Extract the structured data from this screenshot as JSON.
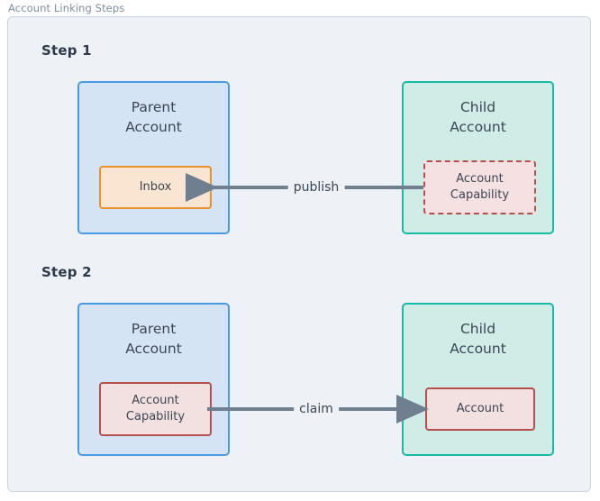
{
  "figure": {
    "caption": "Account Linking Steps",
    "background_color": "#eef1f5",
    "border_color": "#ccd5dd"
  },
  "palette": {
    "parent_fill": "#d4e4f5",
    "parent_border": "#4a9ae1",
    "child_fill": "#cfece7",
    "child_border": "#17b9a7",
    "inbox_fill": "#fae5d2",
    "inbox_border": "#e8912d",
    "capability_fill": "#f3e0e0",
    "capability_border": "#b5504d",
    "arrow_color": "#6f7f90",
    "text_color": "#3b4654",
    "caption_color": "#7f8f9e"
  },
  "steps": [
    {
      "label": "Step 1",
      "parent": {
        "title": "Parent\nAccount",
        "inner": {
          "label": "Inbox",
          "style": "inbox"
        }
      },
      "child": {
        "title": "Child\nAccount",
        "inner": {
          "label": "Account\nCapability",
          "style": "capability-dashed"
        }
      },
      "arrow": {
        "label": "publish",
        "direction": "right-to-left"
      }
    },
    {
      "label": "Step 2",
      "parent": {
        "title": "Parent\nAccount",
        "inner": {
          "label": "Account\nCapability",
          "style": "capability-solid"
        }
      },
      "child": {
        "title": "Child\nAccount",
        "inner": {
          "label": "Account",
          "style": "capability-solid"
        }
      },
      "arrow": {
        "label": "claim",
        "direction": "left-to-right"
      }
    }
  ]
}
